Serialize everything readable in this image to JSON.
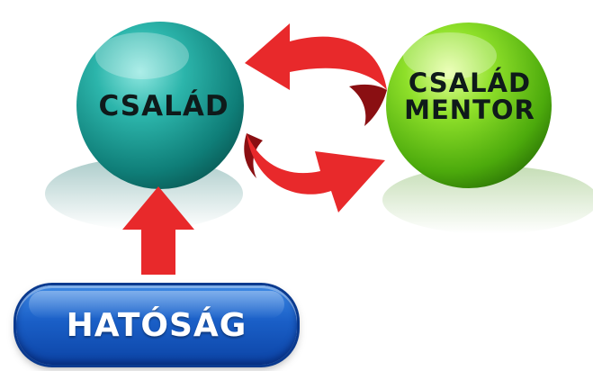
{
  "nodes": {
    "family": {
      "label": "CSALÁD",
      "color": "#1a9b93"
    },
    "mentor": {
      "label_line1": "CSALÁD",
      "label_line2": "MENTOR",
      "color": "#6fcf1e"
    },
    "authority": {
      "label": "HATÓSÁG",
      "color": "#1a5fc7"
    }
  },
  "arrows": {
    "color": "#e8292b",
    "dark_color": "#8a0f12"
  }
}
